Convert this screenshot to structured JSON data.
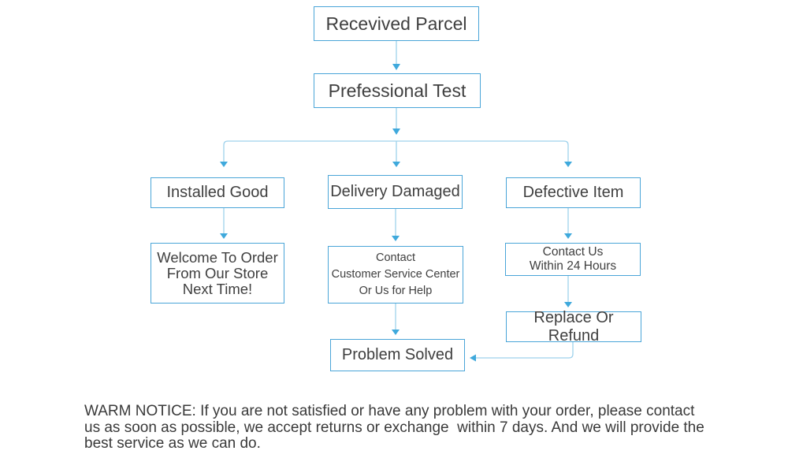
{
  "colors": {
    "box_border": "#4aa5d8",
    "connector_line": "#9fd2ec",
    "arrowhead": "#3fa9dc",
    "text": "#3f3f3f"
  },
  "flowchart": {
    "nodes": {
      "received": {
        "label": "Recevived Parcel"
      },
      "test": {
        "label": "Prefessional Test"
      },
      "installed": {
        "label": "Installed Good"
      },
      "delivery": {
        "label": "Delivery Damaged"
      },
      "defective": {
        "label": "Defective Item"
      },
      "welcome": {
        "label": "Welcome To Order\nFrom Our Store\nNext Time!"
      },
      "contact_center": {
        "label": "Contact\nCustomer Service Center\nOr Us for Help"
      },
      "contact24": {
        "label": "Contact Us\nWithin 24 Hours"
      },
      "replace": {
        "label": "Replace Or Refund"
      },
      "solved": {
        "label": "Problem Solved"
      }
    },
    "edges": [
      {
        "from": "received",
        "to": "test"
      },
      {
        "from": "test",
        "to": "installed"
      },
      {
        "from": "test",
        "to": "delivery"
      },
      {
        "from": "test",
        "to": "defective"
      },
      {
        "from": "installed",
        "to": "welcome"
      },
      {
        "from": "delivery",
        "to": "contact_center"
      },
      {
        "from": "defective",
        "to": "contact24"
      },
      {
        "from": "contact24",
        "to": "replace"
      },
      {
        "from": "contact_center",
        "to": "solved"
      },
      {
        "from": "replace",
        "to": "solved"
      }
    ]
  },
  "notice": {
    "text": "WARM NOTICE: If you are not satisfied or have any problem with your order, please contact\nus as soon as possible, we accept returns or exchange  within 7 days. And we will provide the\nbest service as we can do."
  }
}
